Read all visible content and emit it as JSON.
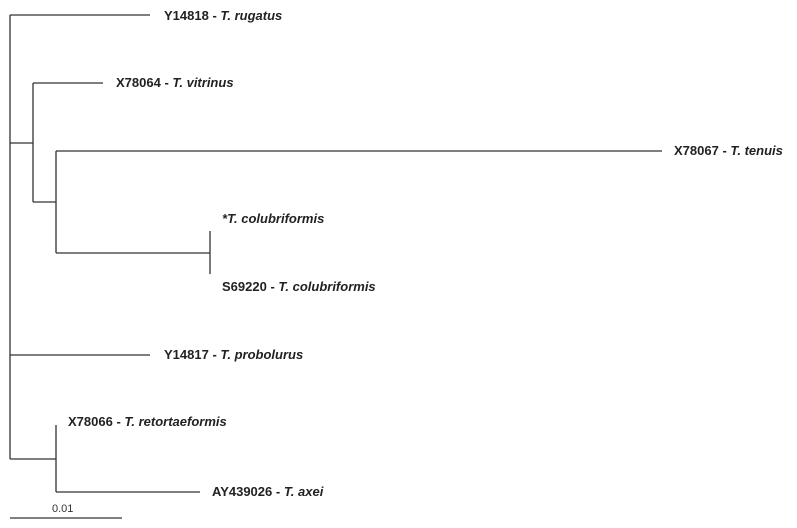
{
  "tree": {
    "leaves": [
      {
        "id": "rugatus",
        "accession": "Y14818",
        "species": "T. rugatus"
      },
      {
        "id": "vitrinus",
        "accession": "X78064",
        "species": "T. vitrinus"
      },
      {
        "id": "tenuis",
        "accession": "X78067",
        "species": "T. tenuis"
      },
      {
        "id": "colub1",
        "accession": "",
        "prefix": "*",
        "species": "T. colubriformis"
      },
      {
        "id": "colub2",
        "accession": "S69220",
        "species": "T. colubriformis"
      },
      {
        "id": "probolurus",
        "accession": "Y14817",
        "species": "T. probolurus"
      },
      {
        "id": "retort",
        "accession": "X78066",
        "species": "T. retortaeformis"
      },
      {
        "id": "axei",
        "accession": "AY439026",
        "species": "T. axei"
      }
    ],
    "separator": " - ",
    "scale_bar": {
      "label": "0.01",
      "value": 0.01
    }
  }
}
